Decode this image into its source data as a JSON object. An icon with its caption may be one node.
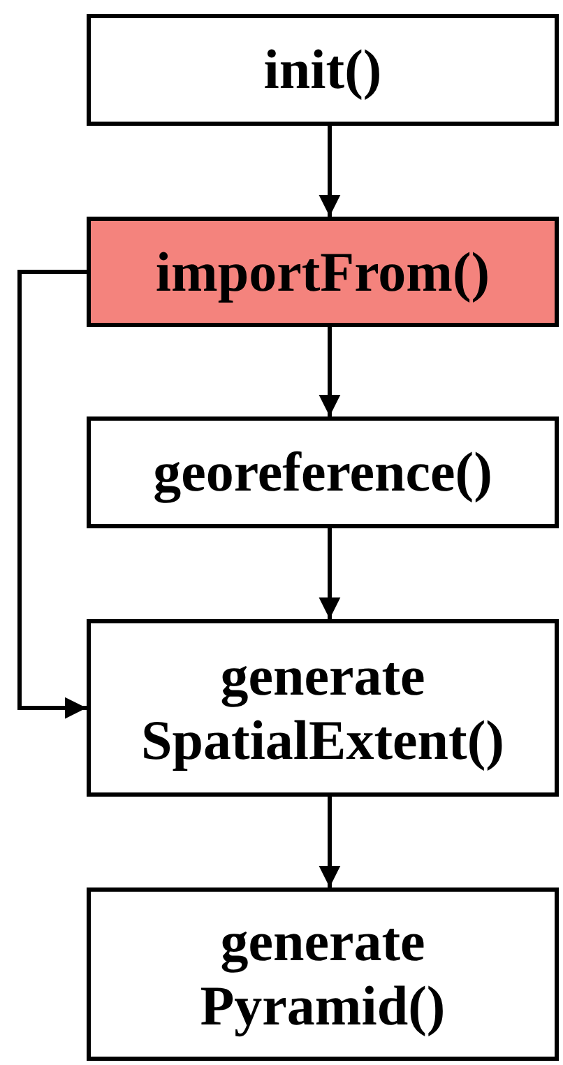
{
  "diagram": {
    "nodes": [
      {
        "text": [
          "init()"
        ]
      },
      {
        "text": [
          "importFrom()"
        ]
      },
      {
        "text": [
          "georeference()"
        ]
      },
      {
        "text": [
          "generate SpatialExtent()"
        ]
      },
      {
        "text": [
          "generate Pyramid()"
        ]
      }
    ],
    "edges": [
      {
        "from": 0,
        "to": 1,
        "arrow": "to"
      },
      {
        "from": 1,
        "to": 2,
        "arrow": "to"
      },
      {
        "from": 2,
        "to": 3,
        "arrow": "to"
      },
      {
        "from": 3,
        "to": 4,
        "arrow": "to"
      },
      {
        "from": 1,
        "to": 3,
        "arrow": "to"
      }
    ]
  }
}
